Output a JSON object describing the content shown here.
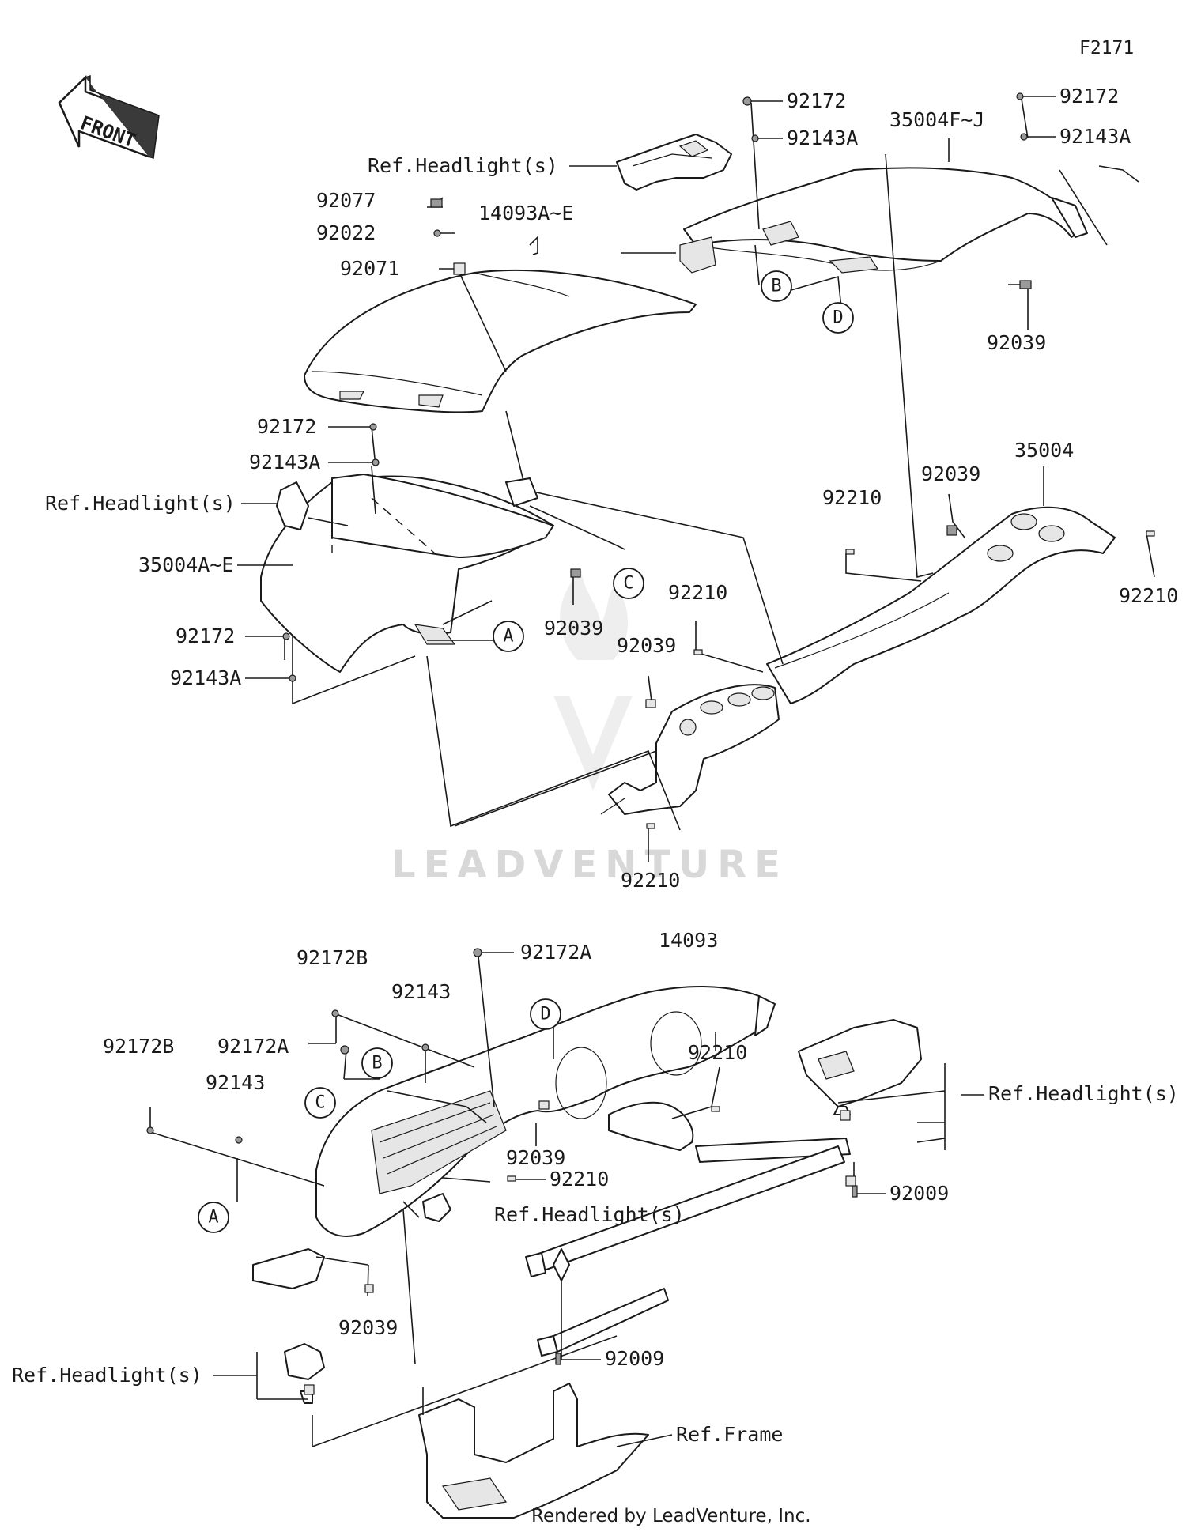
{
  "figure_id": "F2171",
  "front_arrow": "FRONT",
  "watermark": "LEADVENTURE",
  "rendered_by": "Rendered by LeadVenture, Inc.",
  "labels": {
    "p92172_tr1": "92172",
    "p92172_tr2": "92172",
    "p92143A_tr1": "92143A",
    "p92143A_tr2": "92143A",
    "p35004FJ": "35004F~J",
    "ref_headlight_top": "Ref.Headlight(s)",
    "p92077": "92077",
    "p92022": "92022",
    "p92071": "92071",
    "p14093AE": "14093A~E",
    "p92039_topright": "92039",
    "p92172_left": "92172",
    "p92143A_left": "92143A",
    "ref_headlight_left": "Ref.Headlight(s)",
    "p35004AE": "35004A~E",
    "p92039_mid": "92039",
    "p92172_low": "92172",
    "p92143A_low": "92143A",
    "p92210_a": "92210",
    "p92039_b": "92039",
    "p35004": "35004",
    "p92210_right": "92210",
    "p92210_b": "92210",
    "p92039_c": "92039",
    "p92210_bottom": "92210",
    "p92172A_top": "92172A",
    "p14093": "14093",
    "p92172B_a": "92172B",
    "p92143_a": "92143",
    "p92172A_b": "92172A",
    "p92172B_b": "92172B",
    "p92143_b": "92143",
    "p92210_d": "92210",
    "ref_headlight_lower_right": "Ref.Headlight(s)",
    "p92039_d": "92039",
    "p92210_e": "92210",
    "ref_headlight_lower_mid": "Ref.Headlight(s)",
    "p92009_a": "92009",
    "p92039_e": "92039",
    "p92009_b": "92009",
    "ref_headlight_lower_left": "Ref.Headlight(s)",
    "ref_frame": "Ref.Frame"
  },
  "callouts": {
    "a_upper": "A",
    "b_upper": "B",
    "c_upper": "C",
    "d_upper": "D",
    "a_lower": "A",
    "b_lower": "B",
    "c_lower": "C",
    "d_lower": "D"
  }
}
